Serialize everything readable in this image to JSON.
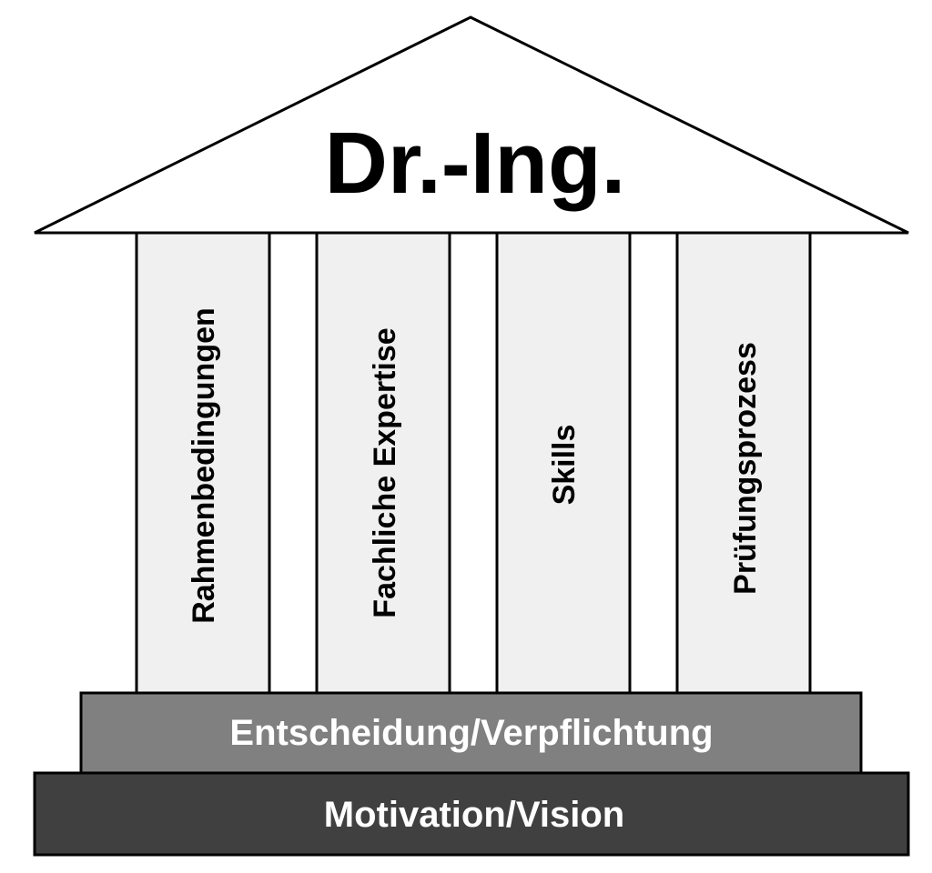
{
  "roof": {
    "title": "Dr.-Ing."
  },
  "pillars": [
    {
      "label": "Rahmenbedingungen"
    },
    {
      "label": "Fachliche Expertise"
    },
    {
      "label": "Skills"
    },
    {
      "label": "Prüfungsprozess"
    }
  ],
  "foundation": {
    "upper": "Entscheidung/Verpflichtung",
    "lower": "Motivation/Vision"
  },
  "colors": {
    "outline": "#000000",
    "roof_fill": "#ffffff",
    "pillar_fill": "#f0f0f0",
    "upper_step_fill": "#808080",
    "lower_step_fill": "#404040",
    "step_text": "#ffffff"
  }
}
